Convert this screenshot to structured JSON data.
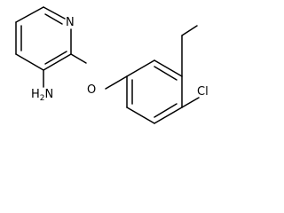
{
  "molecule": {
    "atoms": {
      "n_ring": "N",
      "o_ether": "O",
      "cl": "Cl",
      "amine_h": "H",
      "amine_sub": "2",
      "amine_n": "N"
    }
  }
}
